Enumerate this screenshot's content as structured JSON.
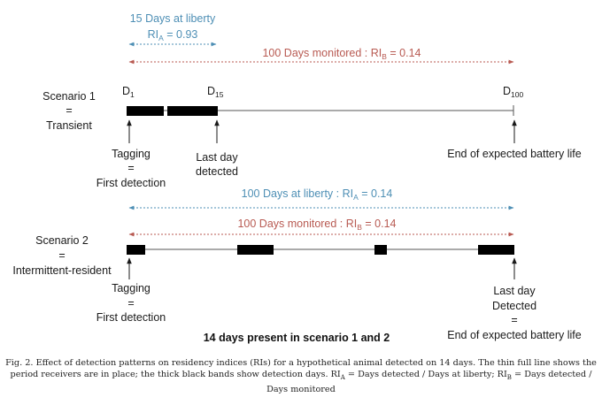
{
  "scenario1": {
    "name_lines": [
      "Scenario 1",
      "=",
      "Transient"
    ],
    "at_liberty_label": "15 Days at liberty",
    "ri_a_prefix": "RI",
    "ri_a_sub": "A",
    "ri_a_value": " = 0.93",
    "monitored_label": "100 Days monitored : RI",
    "monitored_sub": "B",
    "monitored_value": " = 0.14",
    "day_markers": [
      {
        "base": "D",
        "sub": "1"
      },
      {
        "base": "D",
        "sub": "15"
      },
      {
        "base": "D",
        "sub": "100"
      }
    ],
    "annotations": {
      "tagging": [
        "Tagging",
        "=",
        "First detection"
      ],
      "last_day": [
        "Last day",
        "detected"
      ],
      "battery": [
        "End of expected battery life"
      ]
    }
  },
  "scenario2": {
    "name_lines": [
      "Scenario 2",
      "=",
      "Intermittent-resident"
    ],
    "at_liberty_label": "100 Days at liberty : RI",
    "at_liberty_sub": "A",
    "at_liberty_value": " = 0.14",
    "monitored_label": "100 Days monitored : RI",
    "monitored_sub": "B",
    "monitored_value": " = 0.14",
    "annotations": {
      "tagging": [
        "Tagging",
        "=",
        "First detection"
      ],
      "last_day": [
        "Last day",
        "Detected",
        "=",
        "End of expected battery life"
      ]
    }
  },
  "summary_text": "14 days present in scenario 1 and 2",
  "caption": {
    "part1": "Fig. 2. Effect of detection patterns on residency indices (RIs) for a hypothetical animal detected on 14 days. The thin full line shows the period receivers are in place; the thick black bands show detection days. RI",
    "sub_a": "A",
    "part2": " = Days detected / Days at liberty; RI",
    "sub_b": "B",
    "part3": " = Days detected / Days monitored"
  },
  "colors": {
    "blue": "#4e8fb5",
    "red": "#b85a52",
    "band": "#000000",
    "line": "#555555"
  }
}
